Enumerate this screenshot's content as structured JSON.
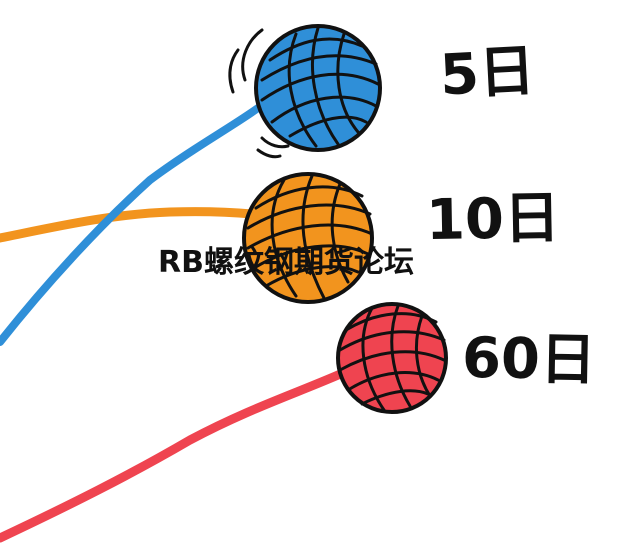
{
  "labels": {
    "five_day": "5日",
    "ten_day": "10日",
    "sixty_day": "60日"
  },
  "watermark": "RB螺纹钢期货论坛",
  "colors": {
    "blue_yarn": "#2f8fd8",
    "orange_yarn": "#f2941e",
    "red_yarn": "#ef4450",
    "outline": "#111111"
  }
}
